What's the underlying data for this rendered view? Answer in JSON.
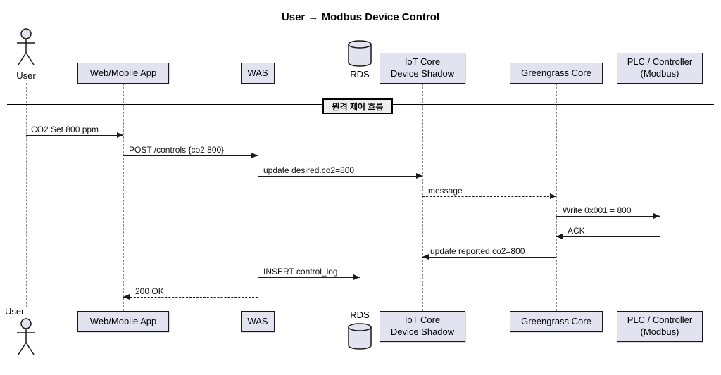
{
  "title": "User → Modbus Device Control",
  "divider_label": "원격 제어 흐름",
  "colors": {
    "participant_fill": "#E2E2F0",
    "participant_border": "#181818",
    "divider_fill": "#EEEEEE",
    "arrow": "#1a1a1a",
    "lifeline": "#8a8a8a"
  },
  "participants": {
    "user": "User",
    "webapp": "Web/Mobile App",
    "was": "WAS",
    "rds": "RDS",
    "iot": "IoT Core\nDevice Shadow",
    "greengrass": "Greengrass Core",
    "plc": "PLC / Controller\n(Modbus)"
  },
  "messages": [
    {
      "label": "CO2 Set 800 ppm",
      "from": "User",
      "to": "Web/Mobile App",
      "style": "solid"
    },
    {
      "label": "POST /controls {co2:800}",
      "from": "Web/Mobile App",
      "to": "WAS",
      "style": "solid"
    },
    {
      "label": "update desired.co2=800",
      "from": "WAS",
      "to": "IoT Core Device Shadow",
      "style": "solid"
    },
    {
      "label": "message",
      "from": "IoT Core Device Shadow",
      "to": "Greengrass Core",
      "style": "dashed"
    },
    {
      "label": "Write 0x001 = 800",
      "from": "Greengrass Core",
      "to": "PLC / Controller (Modbus)",
      "style": "solid"
    },
    {
      "label": "ACK",
      "from": "PLC / Controller (Modbus)",
      "to": "Greengrass Core",
      "style": "solid"
    },
    {
      "label": "update reported.co2=800",
      "from": "Greengrass Core",
      "to": "IoT Core Device Shadow",
      "style": "solid"
    },
    {
      "label": "INSERT control_log",
      "from": "WAS",
      "to": "RDS",
      "style": "solid"
    },
    {
      "label": "200 OK",
      "from": "WAS",
      "to": "Web/Mobile App",
      "style": "dashed"
    }
  ]
}
